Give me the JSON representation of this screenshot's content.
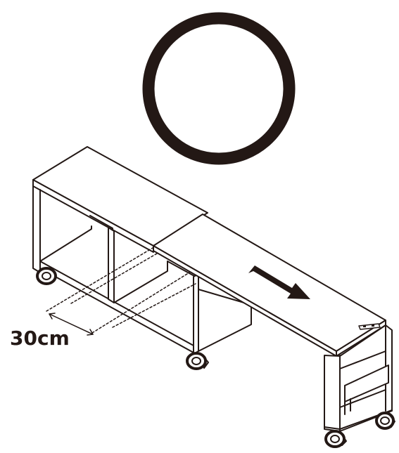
{
  "diagram": {
    "ok_mark": "circle-ok-mark",
    "extension_label": "30cm",
    "direction": "slide-out-right",
    "colors": {
      "ink": "#231815",
      "background": "#ffffff"
    }
  }
}
